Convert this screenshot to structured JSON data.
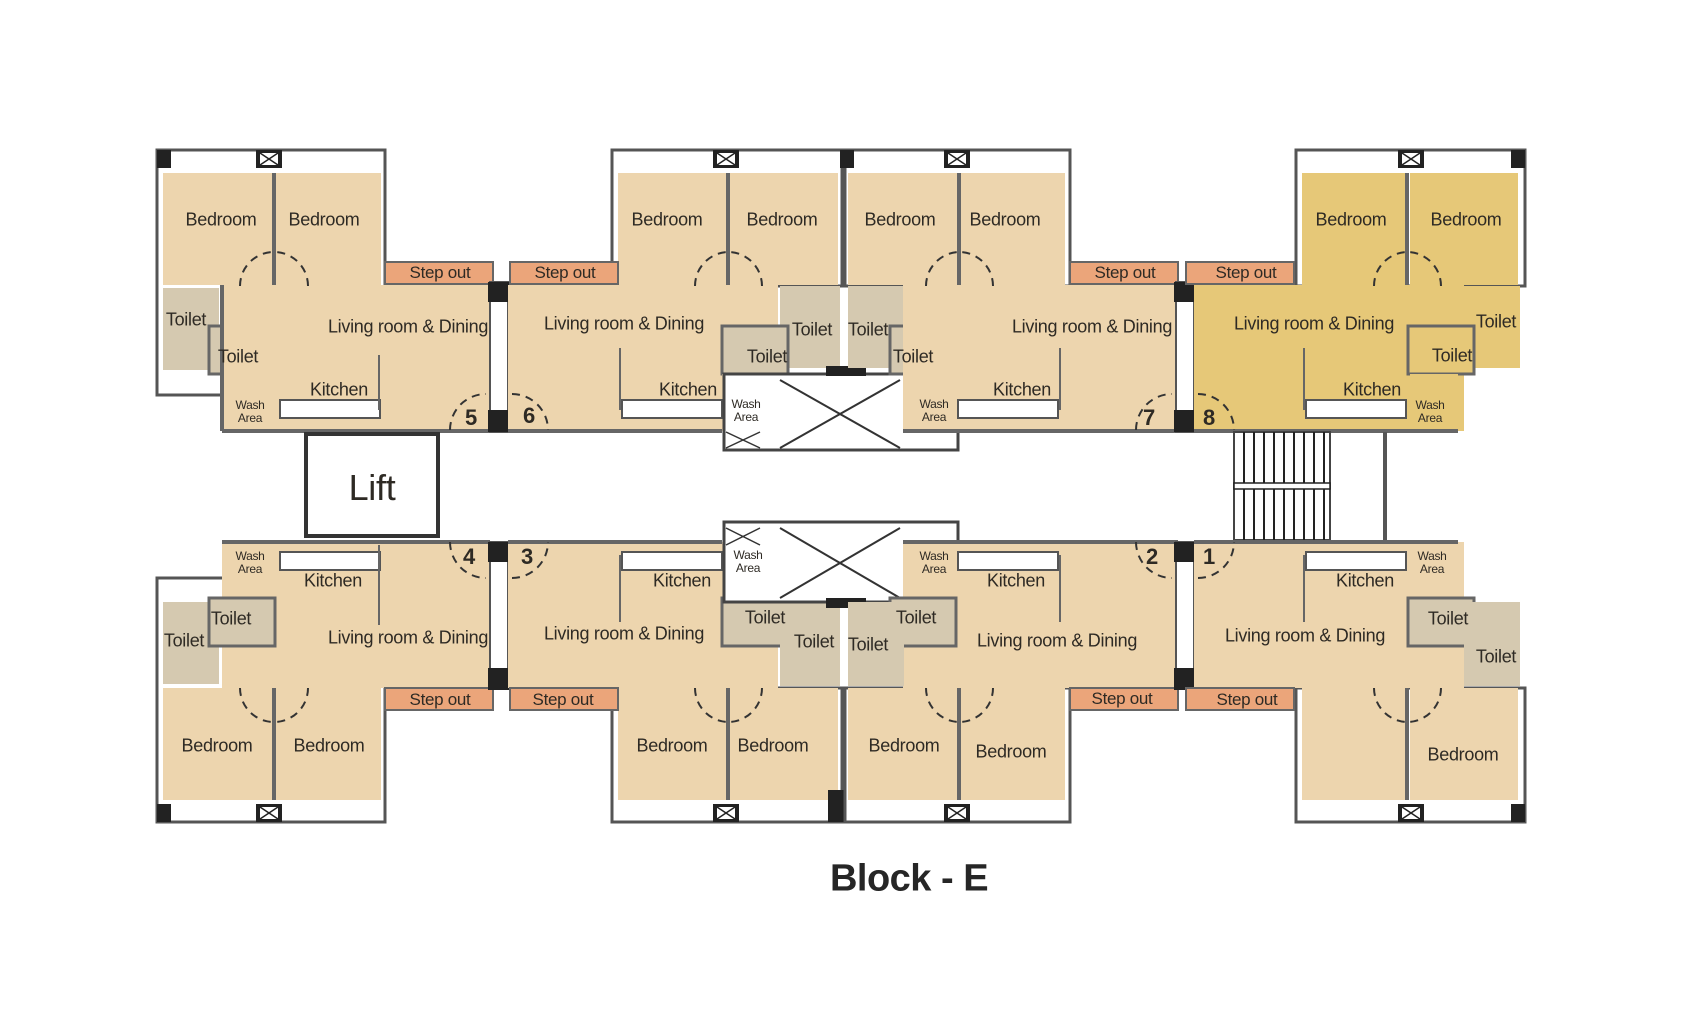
{
  "title": "Block - E",
  "colors": {
    "room": "#EDD5AE",
    "highlight": "#E6C878",
    "toilet": "#D5C9B0",
    "stepout": "#EBA57A",
    "wall": "#5a5550",
    "column": "#222222",
    "text": "#2e2a24"
  },
  "lift": {
    "label": "Lift"
  },
  "units": [
    {
      "id": "5",
      "number": "5",
      "highlighted": false
    },
    {
      "id": "6",
      "number": "6",
      "highlighted": false
    },
    {
      "id": "7",
      "number": "7",
      "highlighted": false
    },
    {
      "id": "8",
      "number": "8",
      "highlighted": true
    },
    {
      "id": "4",
      "number": "4",
      "highlighted": false
    },
    {
      "id": "3",
      "number": "3",
      "highlighted": false
    },
    {
      "id": "2",
      "number": "2",
      "highlighted": false
    },
    {
      "id": "1",
      "number": "1",
      "highlighted": false
    }
  ],
  "labels": {
    "bedroom": "Bedroom",
    "living": "Living room & Dining",
    "kitchen": "Kitchen",
    "toilet": "Toilet",
    "wash1": "Wash",
    "wash2": "Area",
    "stepout": "Step out"
  }
}
